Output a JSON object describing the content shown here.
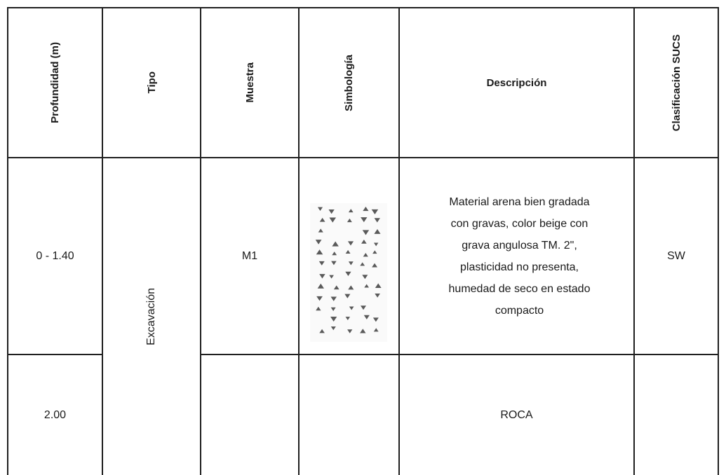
{
  "headers": {
    "profundidad": "Profundidad (m)",
    "tipo": "Tipo",
    "muestra": "Muestra",
    "simbologia": "Simbología",
    "descripcion": "Descripción",
    "clasificacion": "Clasificación SUCS"
  },
  "rows": [
    {
      "profundidad": "0 - 1.40",
      "muestra": "M1",
      "simbologia": "gravel-triangles-pattern",
      "descripcion_lines": [
        "Material arena bien gradada",
        "con gravas, color beige con",
        "grava angulosa TM. 2\",",
        "plasticidad no presenta,",
        "humedad de seco en estado",
        "compacto"
      ],
      "clasificacion": "SW"
    },
    {
      "profundidad": "2.00",
      "muestra": "",
      "simbologia": "",
      "descripcion": "ROCA",
      "clasificacion": ""
    }
  ],
  "tipo_value": "Excavación",
  "colors": {
    "border": "#1f1f1f",
    "symbol": "#5a5a5a"
  }
}
